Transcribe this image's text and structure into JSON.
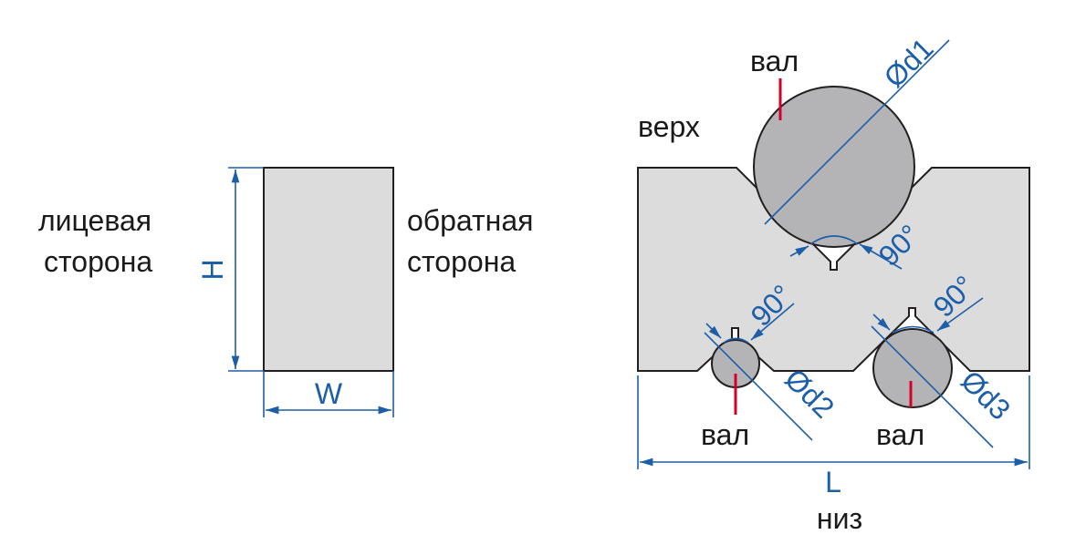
{
  "left_view": {
    "front_side_label": [
      "лицевая",
      "сторона"
    ],
    "back_side_label": [
      "обратная",
      "сторона"
    ],
    "height_dim": "H",
    "width_dim": "W"
  },
  "right_view": {
    "top_label": "верх",
    "bottom_label": "низ",
    "length_dim": "L",
    "shaft_label": "вал",
    "diameters": {
      "d1": "Ød1",
      "d2": "Ød2",
      "d3": "Ød3"
    },
    "angle": "90°"
  },
  "colors": {
    "dimension": "#1d5ea8",
    "part": "#dcdcdc",
    "shaft": "#b4b4b6",
    "marker": "#d7002a"
  }
}
